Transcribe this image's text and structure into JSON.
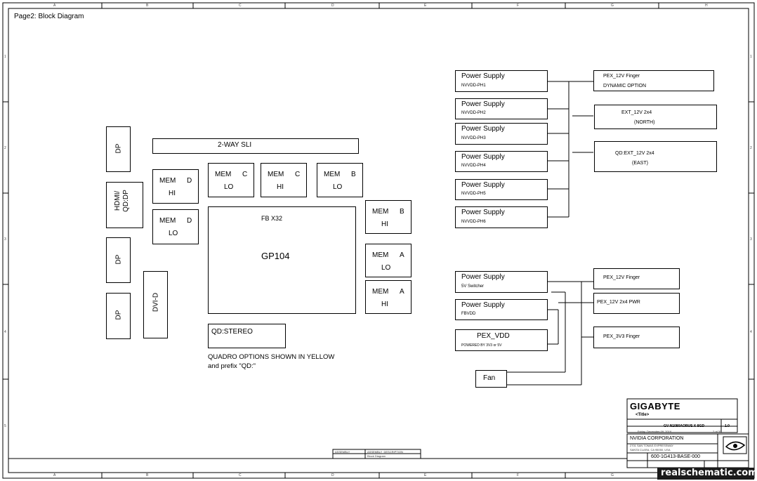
{
  "page_title": "Page2: Block Diagram",
  "frame": {
    "cols": [
      "A",
      "B",
      "C",
      "D",
      "E",
      "F",
      "G",
      "H"
    ],
    "rows": [
      "1",
      "2",
      "3",
      "4",
      "5"
    ]
  },
  "left_io": {
    "dp1": "DP",
    "hdmi_line1": "HDMI/",
    "hdmi_line2": "QD:DP",
    "dp2": "DP",
    "dp3": "DP",
    "dvi": "DVI-D"
  },
  "sli": "2-WAY SLI",
  "mem": [
    {
      "name": "MEM",
      "ch": "D",
      "half": "HI"
    },
    {
      "name": "MEM",
      "ch": "D",
      "half": "LO"
    },
    {
      "name": "MEM",
      "ch": "C",
      "half": "LO"
    },
    {
      "name": "MEM",
      "ch": "C",
      "half": "HI"
    },
    {
      "name": "MEM",
      "ch": "B",
      "half": "LO"
    },
    {
      "name": "MEM",
      "ch": "B",
      "half": "HI"
    },
    {
      "name": "MEM",
      "ch": "A",
      "half": "LO"
    },
    {
      "name": "MEM",
      "ch": "A",
      "half": "HI"
    }
  ],
  "gpu": {
    "fb": "FB X32",
    "name": "GP104"
  },
  "qd_stereo": "QD:STEREO",
  "quadro_note": {
    "line1": "QUADRO OPTIONS SHOWN IN YELLOW",
    "line2": "and prefix \"QD:\""
  },
  "power_supplies": [
    {
      "title": "Power Supply",
      "sub": "NVVDD-PH1"
    },
    {
      "title": "Power Supply",
      "sub": "NVVDD-PH2"
    },
    {
      "title": "Power Supply",
      "sub": "NVVDD-PH3"
    },
    {
      "title": "Power Supply",
      "sub": "NVVDD-PH4"
    },
    {
      "title": "Power Supply",
      "sub": "NVVDD-PH5"
    },
    {
      "title": "Power Supply",
      "sub": "NVVDD-PH6"
    }
  ],
  "power_inputs_top": [
    {
      "line1": "PEX_12V Finger",
      "line2": "DYNAMIC OPTION"
    },
    {
      "line1": "EXT_12V 2x4",
      "line2": "(NORTH)"
    },
    {
      "line1": "QD:EXT_12V 2x4",
      "line2": "(EAST)"
    }
  ],
  "aux_supplies": [
    {
      "title": "Power Supply",
      "sub": "5V Switcher"
    },
    {
      "title": "Power Supply",
      "sub": "FBVDD"
    },
    {
      "title": "PEX_VDD",
      "sub": "POWERED BY 3V3 or 5V"
    }
  ],
  "fan": "Fan",
  "power_inputs_bottom": [
    "PEX_12V Finger",
    "PEX_12V 2x4 PWR",
    "PEX_3V3 Finger"
  ],
  "title_block": {
    "brand": "GIGABYTE",
    "title_tag": "<Title>",
    "doc_number": "GV-N1080AORUS X-8GD",
    "rev": "1.0",
    "company": "NVIDIA CORPORATION",
    "address1": "2701 SAN TOMAS EXPRESSWAY",
    "address2": "SANTA CLARA, CA 95050, USA",
    "part_no": "600-1G413-BASE-000",
    "date": "Friday, December 09, 2016",
    "assembly": "ASSEMBLY",
    "assembly_desc": "ASSEMBLY_DESCRIPTION",
    "page_ref": "Block Diagram",
    "sheet": "2  of  30",
    "watermark": "realschematic.com"
  }
}
